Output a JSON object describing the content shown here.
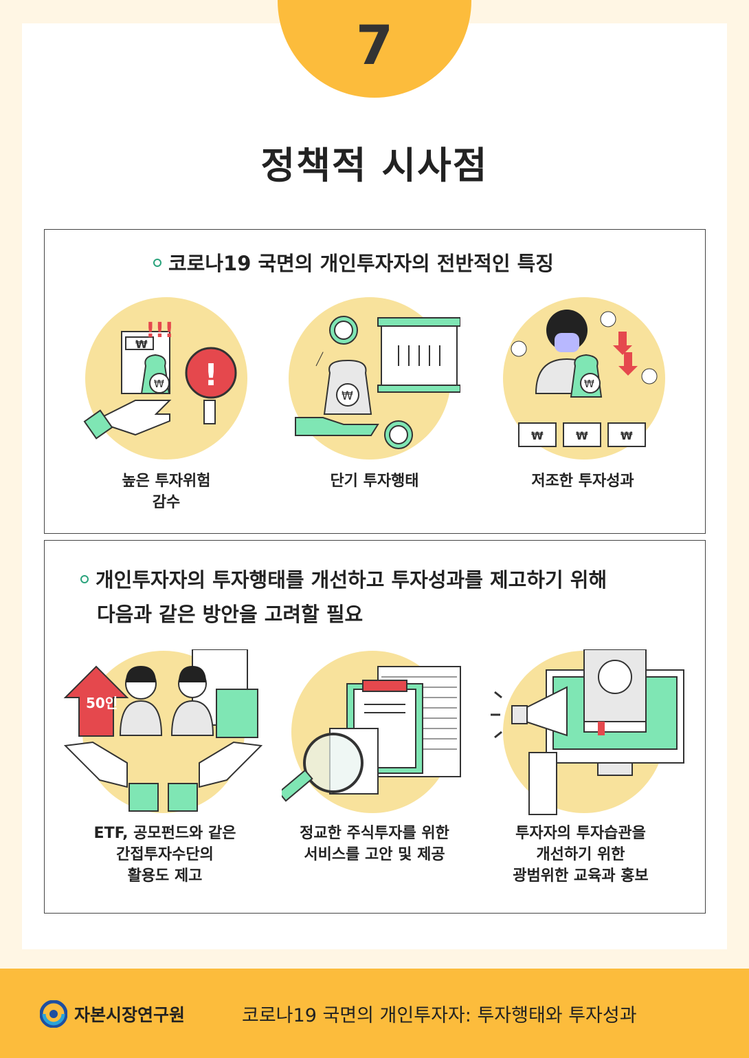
{
  "page": {
    "number": "7",
    "title": "정책적 시사점"
  },
  "section1": {
    "heading": "코로나19 국면의 개인투자자의 전반적인 특징",
    "items": [
      {
        "line1": "높은 투자위험",
        "line2": "감수",
        "icon": "risk-warning-icon"
      },
      {
        "line1": "단기 투자행태",
        "line2": "",
        "icon": "short-term-clock-icon"
      },
      {
        "line1": "저조한 투자성과",
        "line2": "",
        "icon": "poor-performance-icon"
      }
    ]
  },
  "section2": {
    "heading_line1": "개인투자자의 투자행태를 개선하고 투자성과를 제고하기 위해",
    "heading_line2": "다음과 같은 방안을 고려할 필요",
    "items": [
      {
        "line1": "ETF, 공모펀드와 같은",
        "line2": "간접투자수단의",
        "line3": "활용도 제고",
        "badge": "50인",
        "icon": "indirect-investment-icon"
      },
      {
        "line1": "정교한 주식투자를 위한",
        "line2": "서비스를 고안 및 제공",
        "line3": "",
        "icon": "analysis-service-icon"
      },
      {
        "line1": "투자자의 투자습관을",
        "line2": "개선하기 위한",
        "line3": "광범위한 교육과 홍보",
        "icon": "education-promotion-icon"
      }
    ]
  },
  "footer": {
    "org": "자본시장연구원",
    "publication": "코로나19 국면의 개인투자자: 투자행태와 투자성과"
  },
  "colors": {
    "accent_orange": "#fcbc3c",
    "circle_yellow": "#f8e29c",
    "mint": "#7fe6b4",
    "red": "#e5484d"
  }
}
